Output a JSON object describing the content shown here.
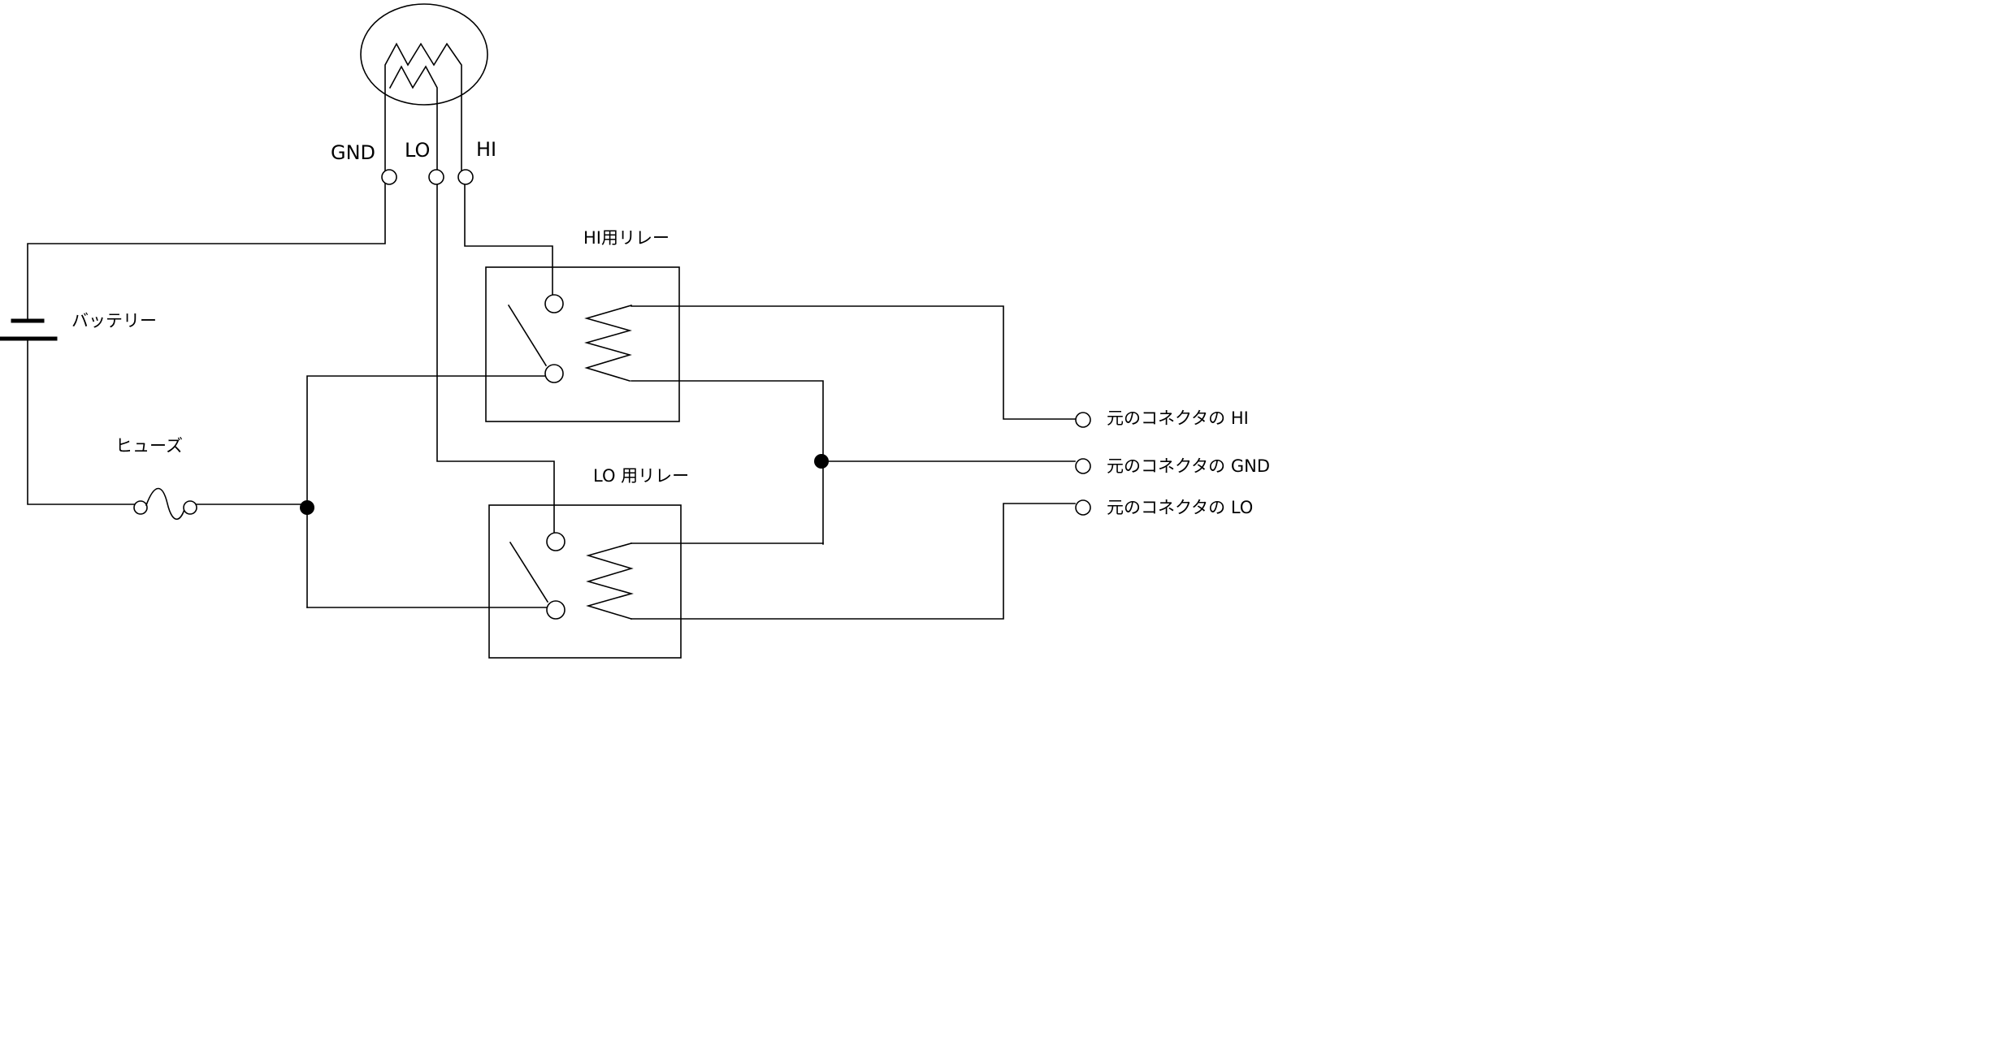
{
  "pins": {
    "gnd": "GND",
    "lo": "LO",
    "hi": "HI"
  },
  "components": {
    "battery": "バッテリー",
    "fuse": "ヒューズ",
    "hi_relay": "HI用リレー",
    "lo_relay": "LO 用リレー"
  },
  "connectors": {
    "hi": "元のコネクタの  HI",
    "gnd": "元のコネクタの  GND",
    "lo": "元のコネクタの  LO"
  }
}
